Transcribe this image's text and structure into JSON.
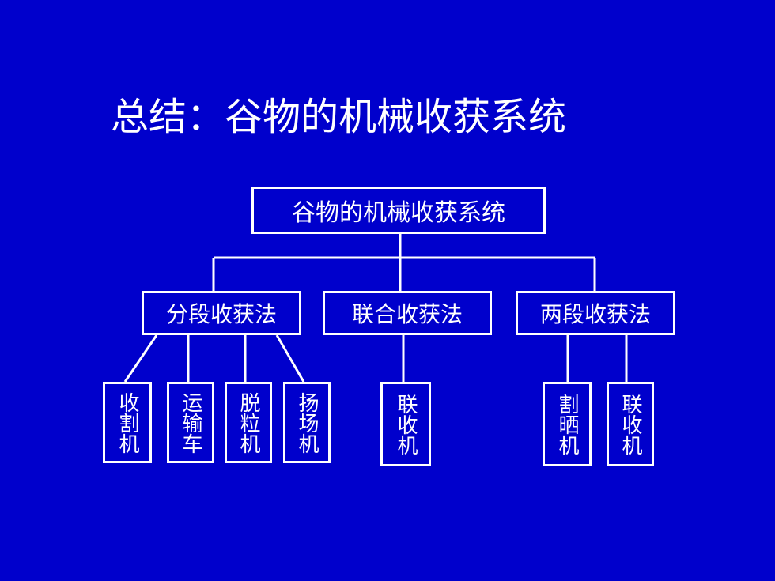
{
  "slide": {
    "title": "总结：谷物的机械收获系统",
    "background": "#0000CC",
    "foreground": "#FFFFFF"
  },
  "diagram": {
    "root": "谷物的机械收获系统",
    "branches": [
      {
        "label": "分段收获法",
        "children": [
          "收割机",
          "运输车",
          "脱粒机",
          "扬场机"
        ]
      },
      {
        "label": "联合收获法",
        "children": [
          "联收机"
        ]
      },
      {
        "label": "两段收获法",
        "children": [
          "割晒机",
          "联收机"
        ]
      }
    ]
  }
}
